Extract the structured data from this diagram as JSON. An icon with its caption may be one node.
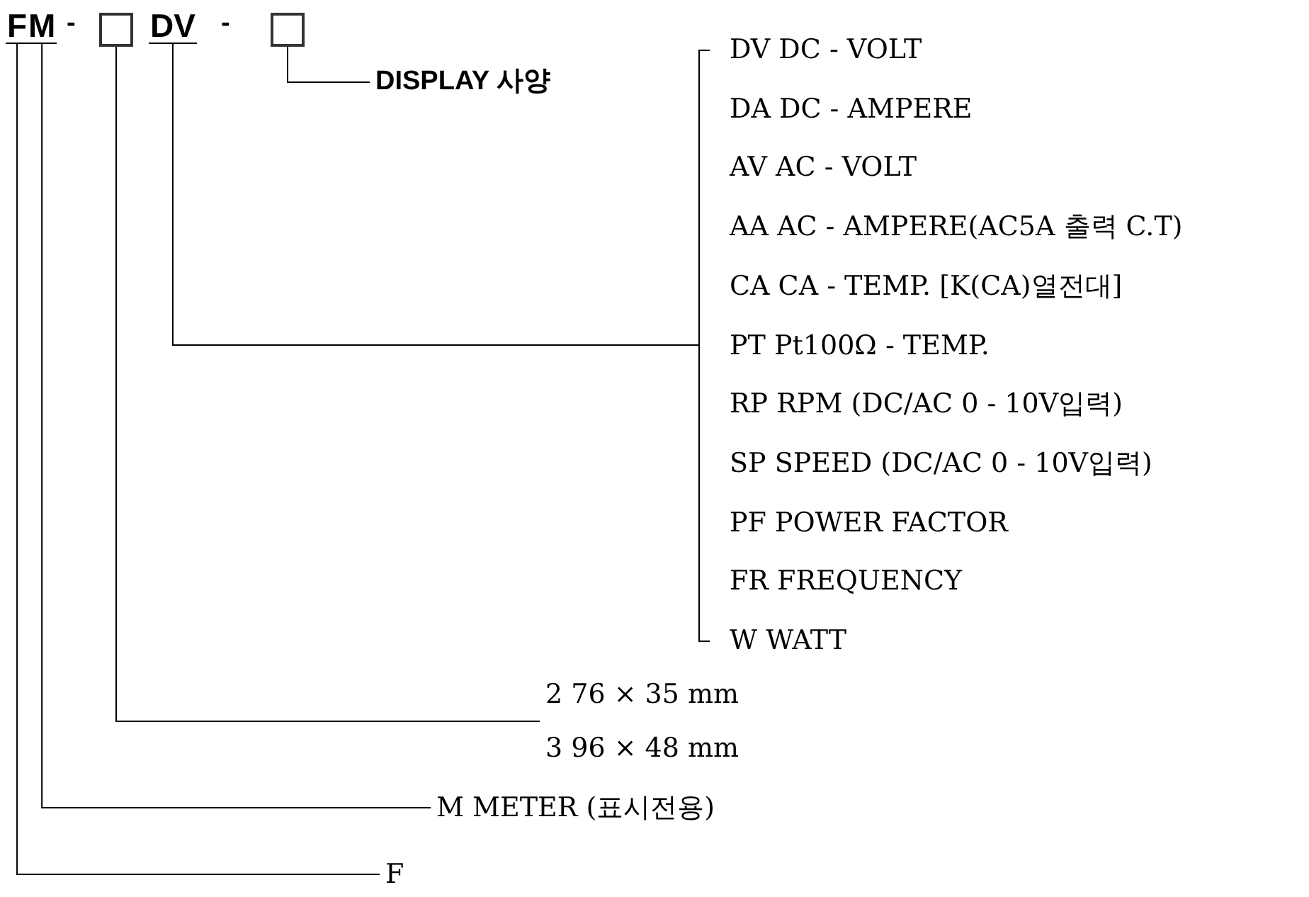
{
  "diagram": {
    "nodes": [
      {
        "text": [
          "F"
        ]
      },
      {
        "text": [
          "M"
        ]
      },
      {
        "text": [],
        "shape": "box"
      },
      {
        "text": [
          "DV"
        ]
      },
      {
        "text": [],
        "shape": "box"
      },
      {
        "text": [
          "DISPLAY 사양"
        ]
      },
      {
        "text": [
          "DV DC - VOLT",
          "DA DC - AMPERE",
          "AV AC - VOLT",
          "AA AC - AMPERE(AC5A 출력 C.T)",
          "CA CA - TEMP. [K(CA)열전대]",
          "PT Pt100Ω - TEMP.",
          "RP RPM (DC/AC 0 - 10V입력)",
          "SP SPEED (DC/AC 0 - 10V입력)",
          "PF POWER FACTOR",
          "FR FREQUENCY",
          "W WATT"
        ]
      },
      {
        "text": [
          "2 76 × 35 mm",
          "3 96 × 48 mm"
        ]
      },
      {
        "text": [
          "M METER (표시전용)"
        ]
      },
      {
        "text": [
          "F"
        ]
      }
    ],
    "edges": [
      {
        "from": 4,
        "to": 5,
        "arrow": "none"
      },
      {
        "from": 3,
        "to": 6,
        "arrow": "none"
      },
      {
        "from": 2,
        "to": 7,
        "arrow": "none"
      },
      {
        "from": 1,
        "to": 8,
        "arrow": "none"
      },
      {
        "from": 0,
        "to": 9,
        "arrow": "none"
      }
    ],
    "labels": [
      "-",
      "-"
    ]
  }
}
